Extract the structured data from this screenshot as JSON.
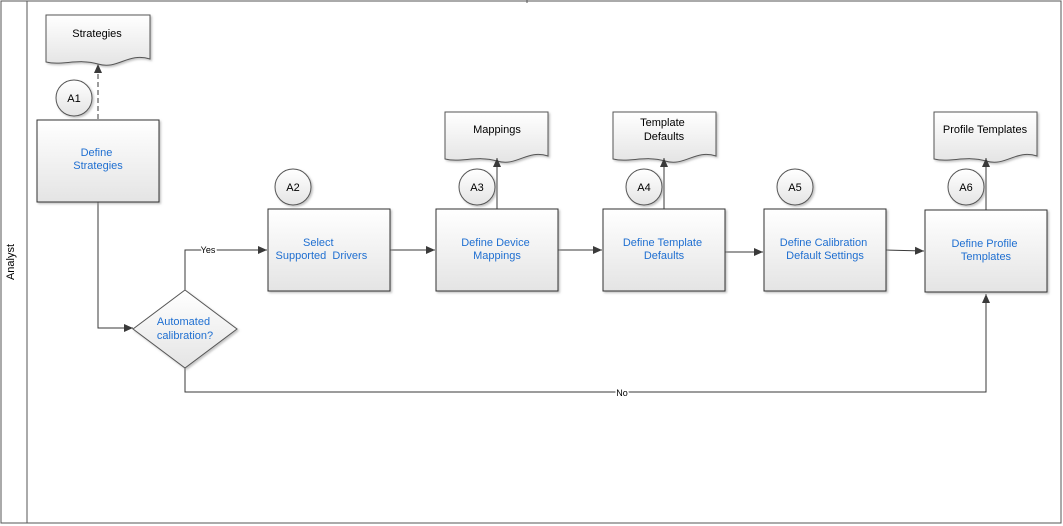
{
  "lane": {
    "label": "Analyst"
  },
  "documents": {
    "strategies": "Strategies",
    "mappings": "Mappings",
    "template_defaults": [
      "Template",
      "Defaults"
    ],
    "profile_templates": "Profile Templates"
  },
  "steps": {
    "a1": {
      "id": "A1",
      "label": [
        "Define",
        "Strategies"
      ]
    },
    "a2": {
      "id": "A2",
      "label": [
        "Select",
        "Supported  Drivers"
      ]
    },
    "a3": {
      "id": "A3",
      "label": [
        "Define Device",
        "Mappings"
      ]
    },
    "a4": {
      "id": "A4",
      "label": [
        "Define Template",
        "Defaults"
      ]
    },
    "a5": {
      "id": "A5",
      "label": [
        "Define Calibration",
        "Default Settings"
      ]
    },
    "a6": {
      "id": "A6",
      "label": [
        "Define Profile",
        "Templates"
      ]
    }
  },
  "decision": {
    "label": [
      "Automated",
      "calibration?"
    ]
  },
  "connectors": {
    "yes": "Yes",
    "no": "No"
  },
  "colors": {
    "step_text": "#1f6fd1",
    "line": "#3a3a3a",
    "box_fill_top": "#ffffff",
    "box_fill_bottom": "#e6e6e6"
  }
}
